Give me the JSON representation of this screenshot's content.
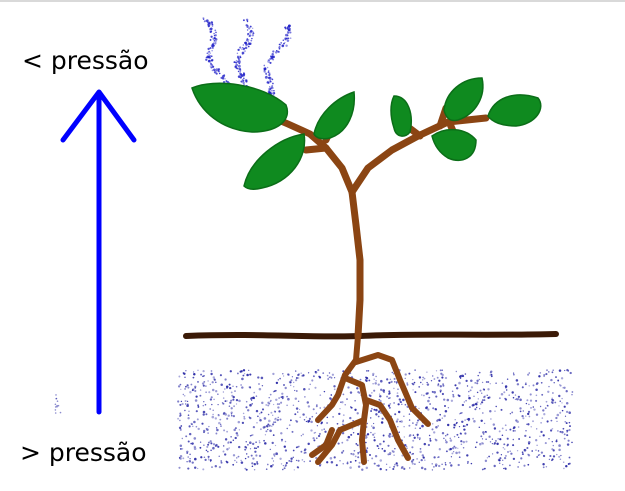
{
  "diagram": {
    "label_top": "< pressão",
    "label_bottom": "> pressão",
    "arrow": {
      "direction": "up",
      "color": "#0000ff"
    },
    "colors": {
      "leaf": "#0f8a1f",
      "stem": "#8b4513",
      "soil_line": "#3b1a07",
      "water_dots": "#1a1aa0",
      "vapor": "#2020c8"
    },
    "elements": [
      "pressure-arrow",
      "plant-stem",
      "leaves",
      "soil-line",
      "roots",
      "soil-water",
      "transpiration-vapor"
    ]
  }
}
